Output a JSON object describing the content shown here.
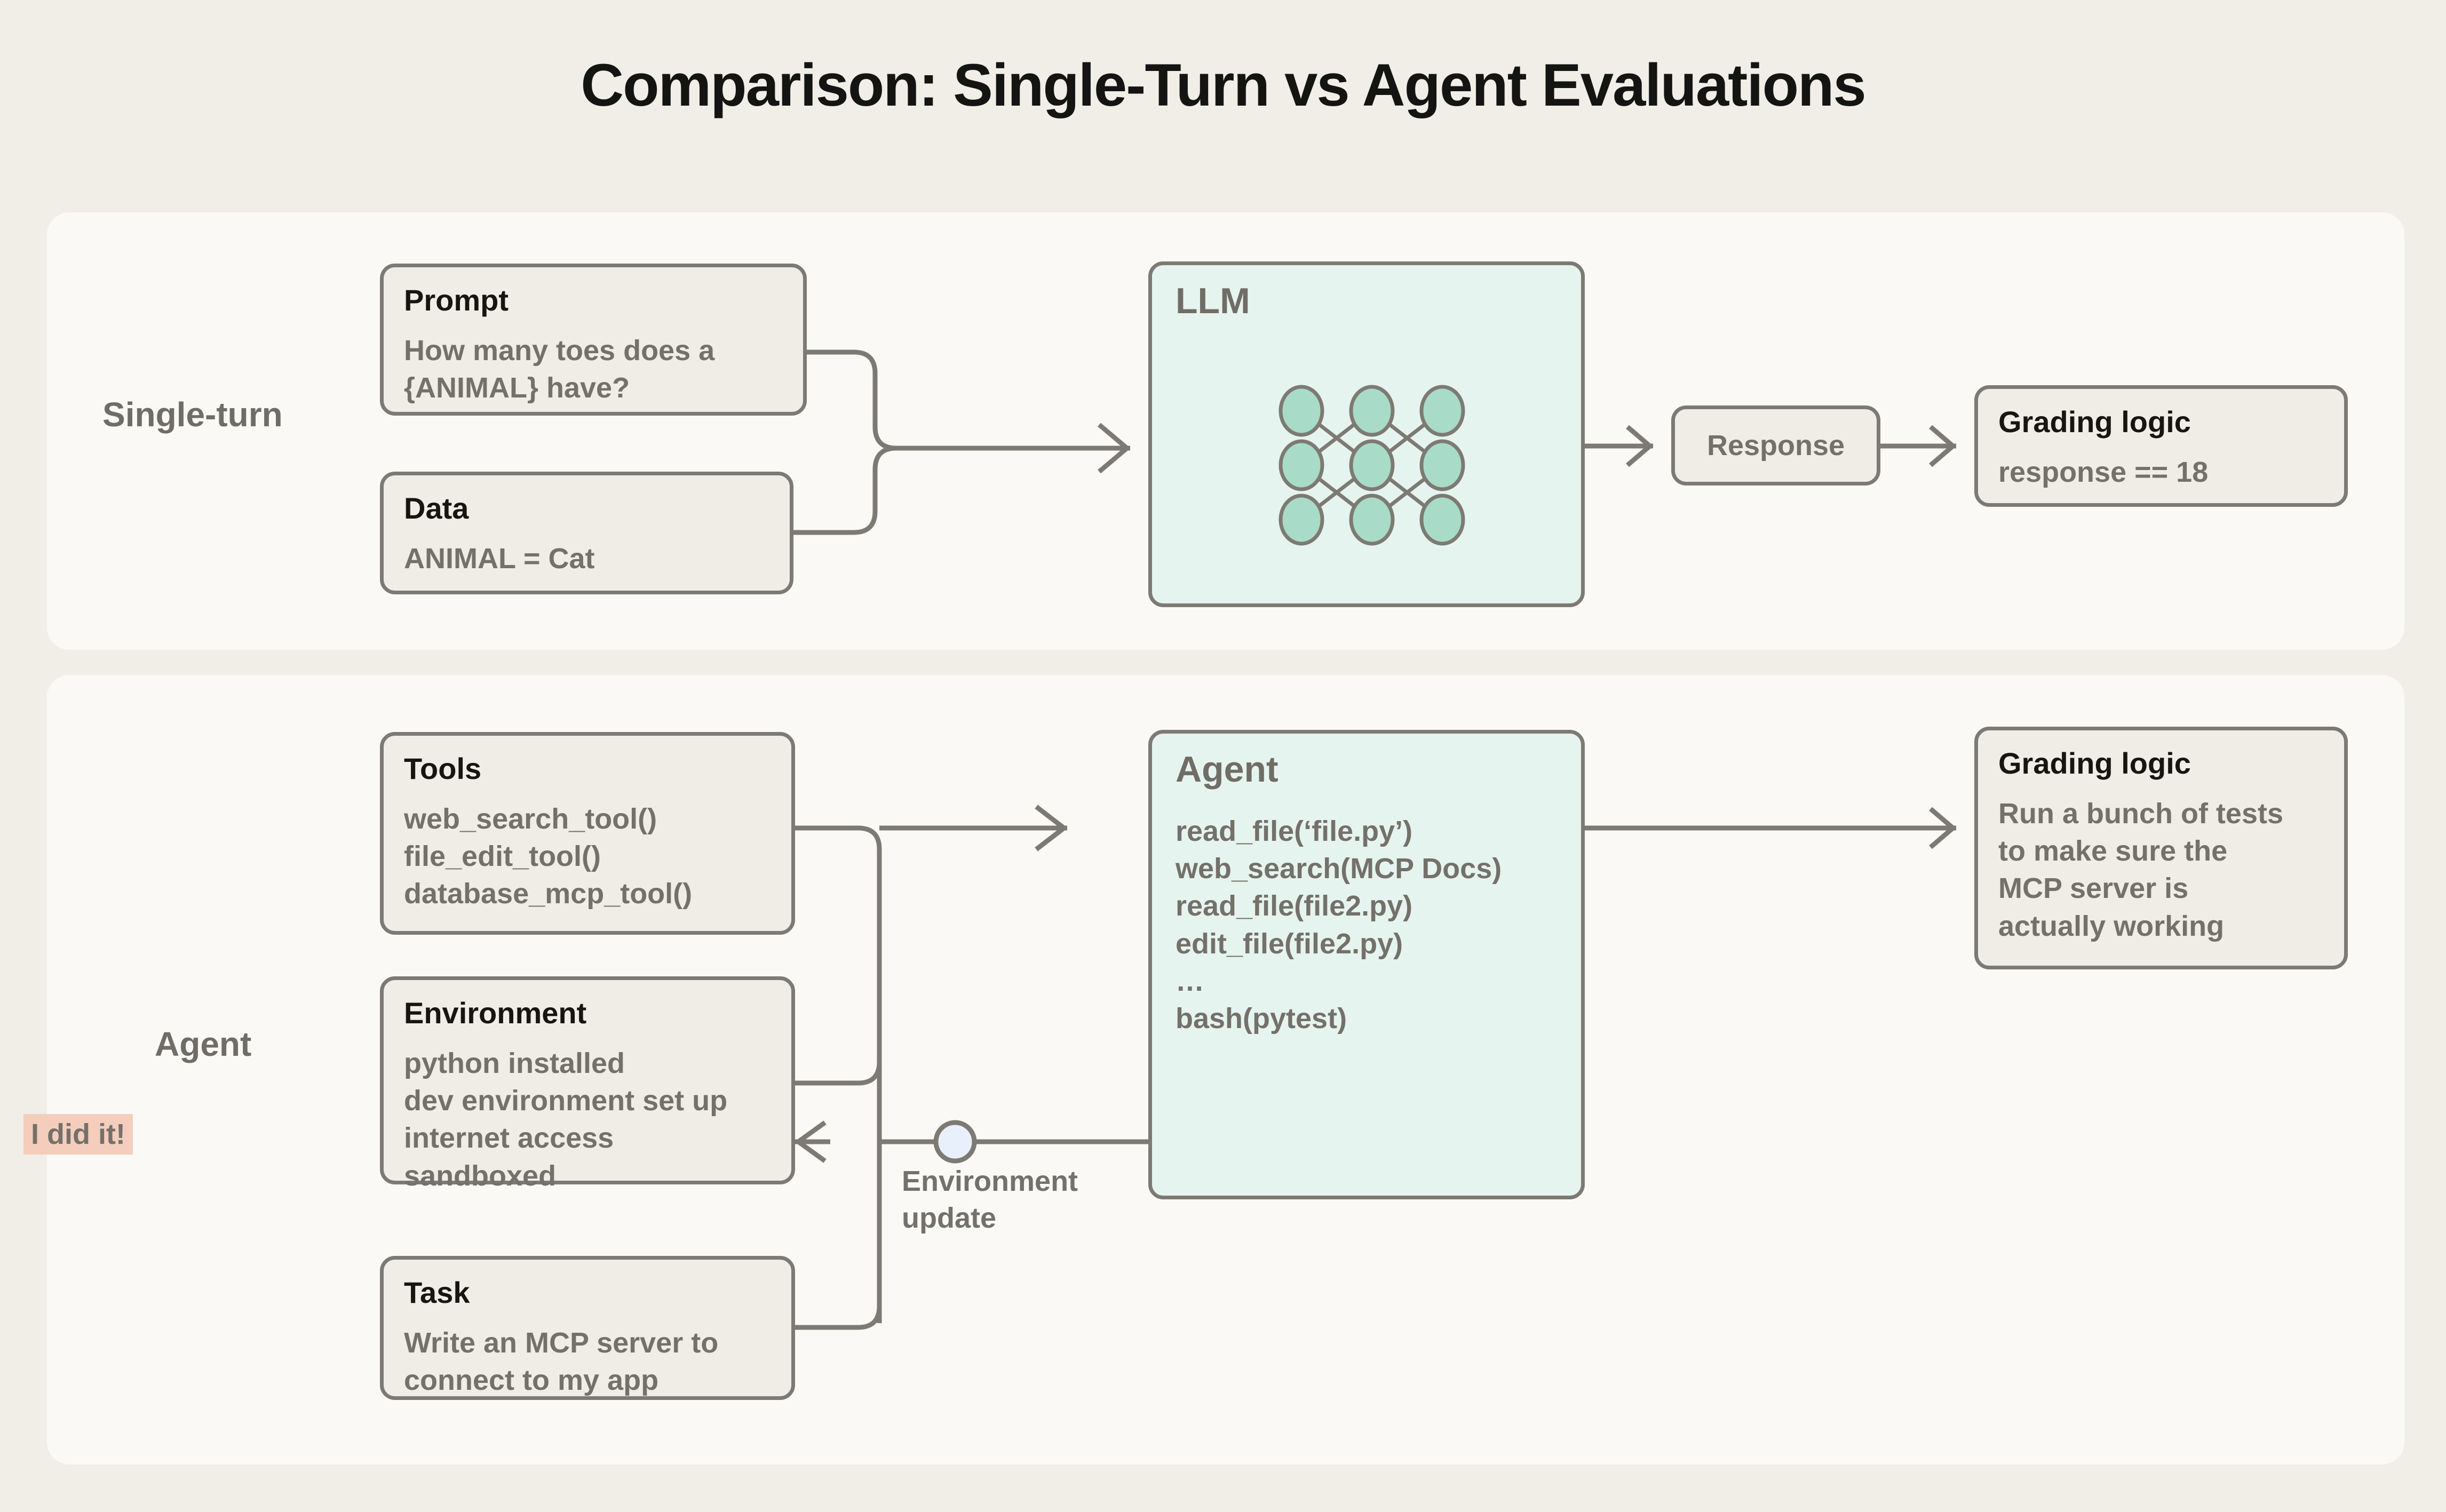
{
  "title": "Comparison: Single-Turn vs Agent Evaluations",
  "colors": {
    "page_background": "#F0EEE6",
    "panel_background": "#FAF9F5",
    "card_fill": "#F0EDE6",
    "card_border": "#7D7A74",
    "accent_teal_panel": "#E6F4EF",
    "accent_teal_node": "#A8DBC8",
    "highlight_pink": "#F5CDBD",
    "node_blue": "#E8F0FB",
    "title_text": "#141413",
    "body_text": "#73716A"
  },
  "rows": {
    "single_turn": {
      "label": "Single-turn",
      "prompt_card": {
        "title": "Prompt",
        "body": "How many toes does a\n{ANIMAL} have?"
      },
      "data_card": {
        "title": "Data",
        "body": "ANIMAL = Cat"
      },
      "llm_box": {
        "heading": "LLM",
        "network": {
          "rows": 3,
          "cols": 3,
          "node_count": 9
        }
      },
      "response_card": {
        "label": "Response"
      },
      "grading_card": {
        "title": "Grading logic",
        "body": "response == 18"
      }
    },
    "agent": {
      "label": "Agent",
      "tools_card": {
        "title": "Tools",
        "body": "web_search_tool()\nfile_edit_tool()\ndatabase_mcp_tool()"
      },
      "environment_card": {
        "title": "Environment",
        "body": "python installed\ndev environment set up\ninternet access\nsandboxed"
      },
      "task_card": {
        "title": "Task",
        "body": "Write an MCP server to\nconnect to my app"
      },
      "agent_box": {
        "heading": "Agent",
        "trace": "read_file(‘file.py’)\nweb_search(MCP Docs)\nread_file(file2.py)\nedit_file(file2.py)\n…\nbash(pytest)",
        "done_badge": "I did it!"
      },
      "feedback_label": "Environment\nupdate",
      "grading_card": {
        "title": "Grading logic",
        "body": "Run a bunch of tests\nto make sure the\nMCP server is\nactually working"
      }
    }
  }
}
